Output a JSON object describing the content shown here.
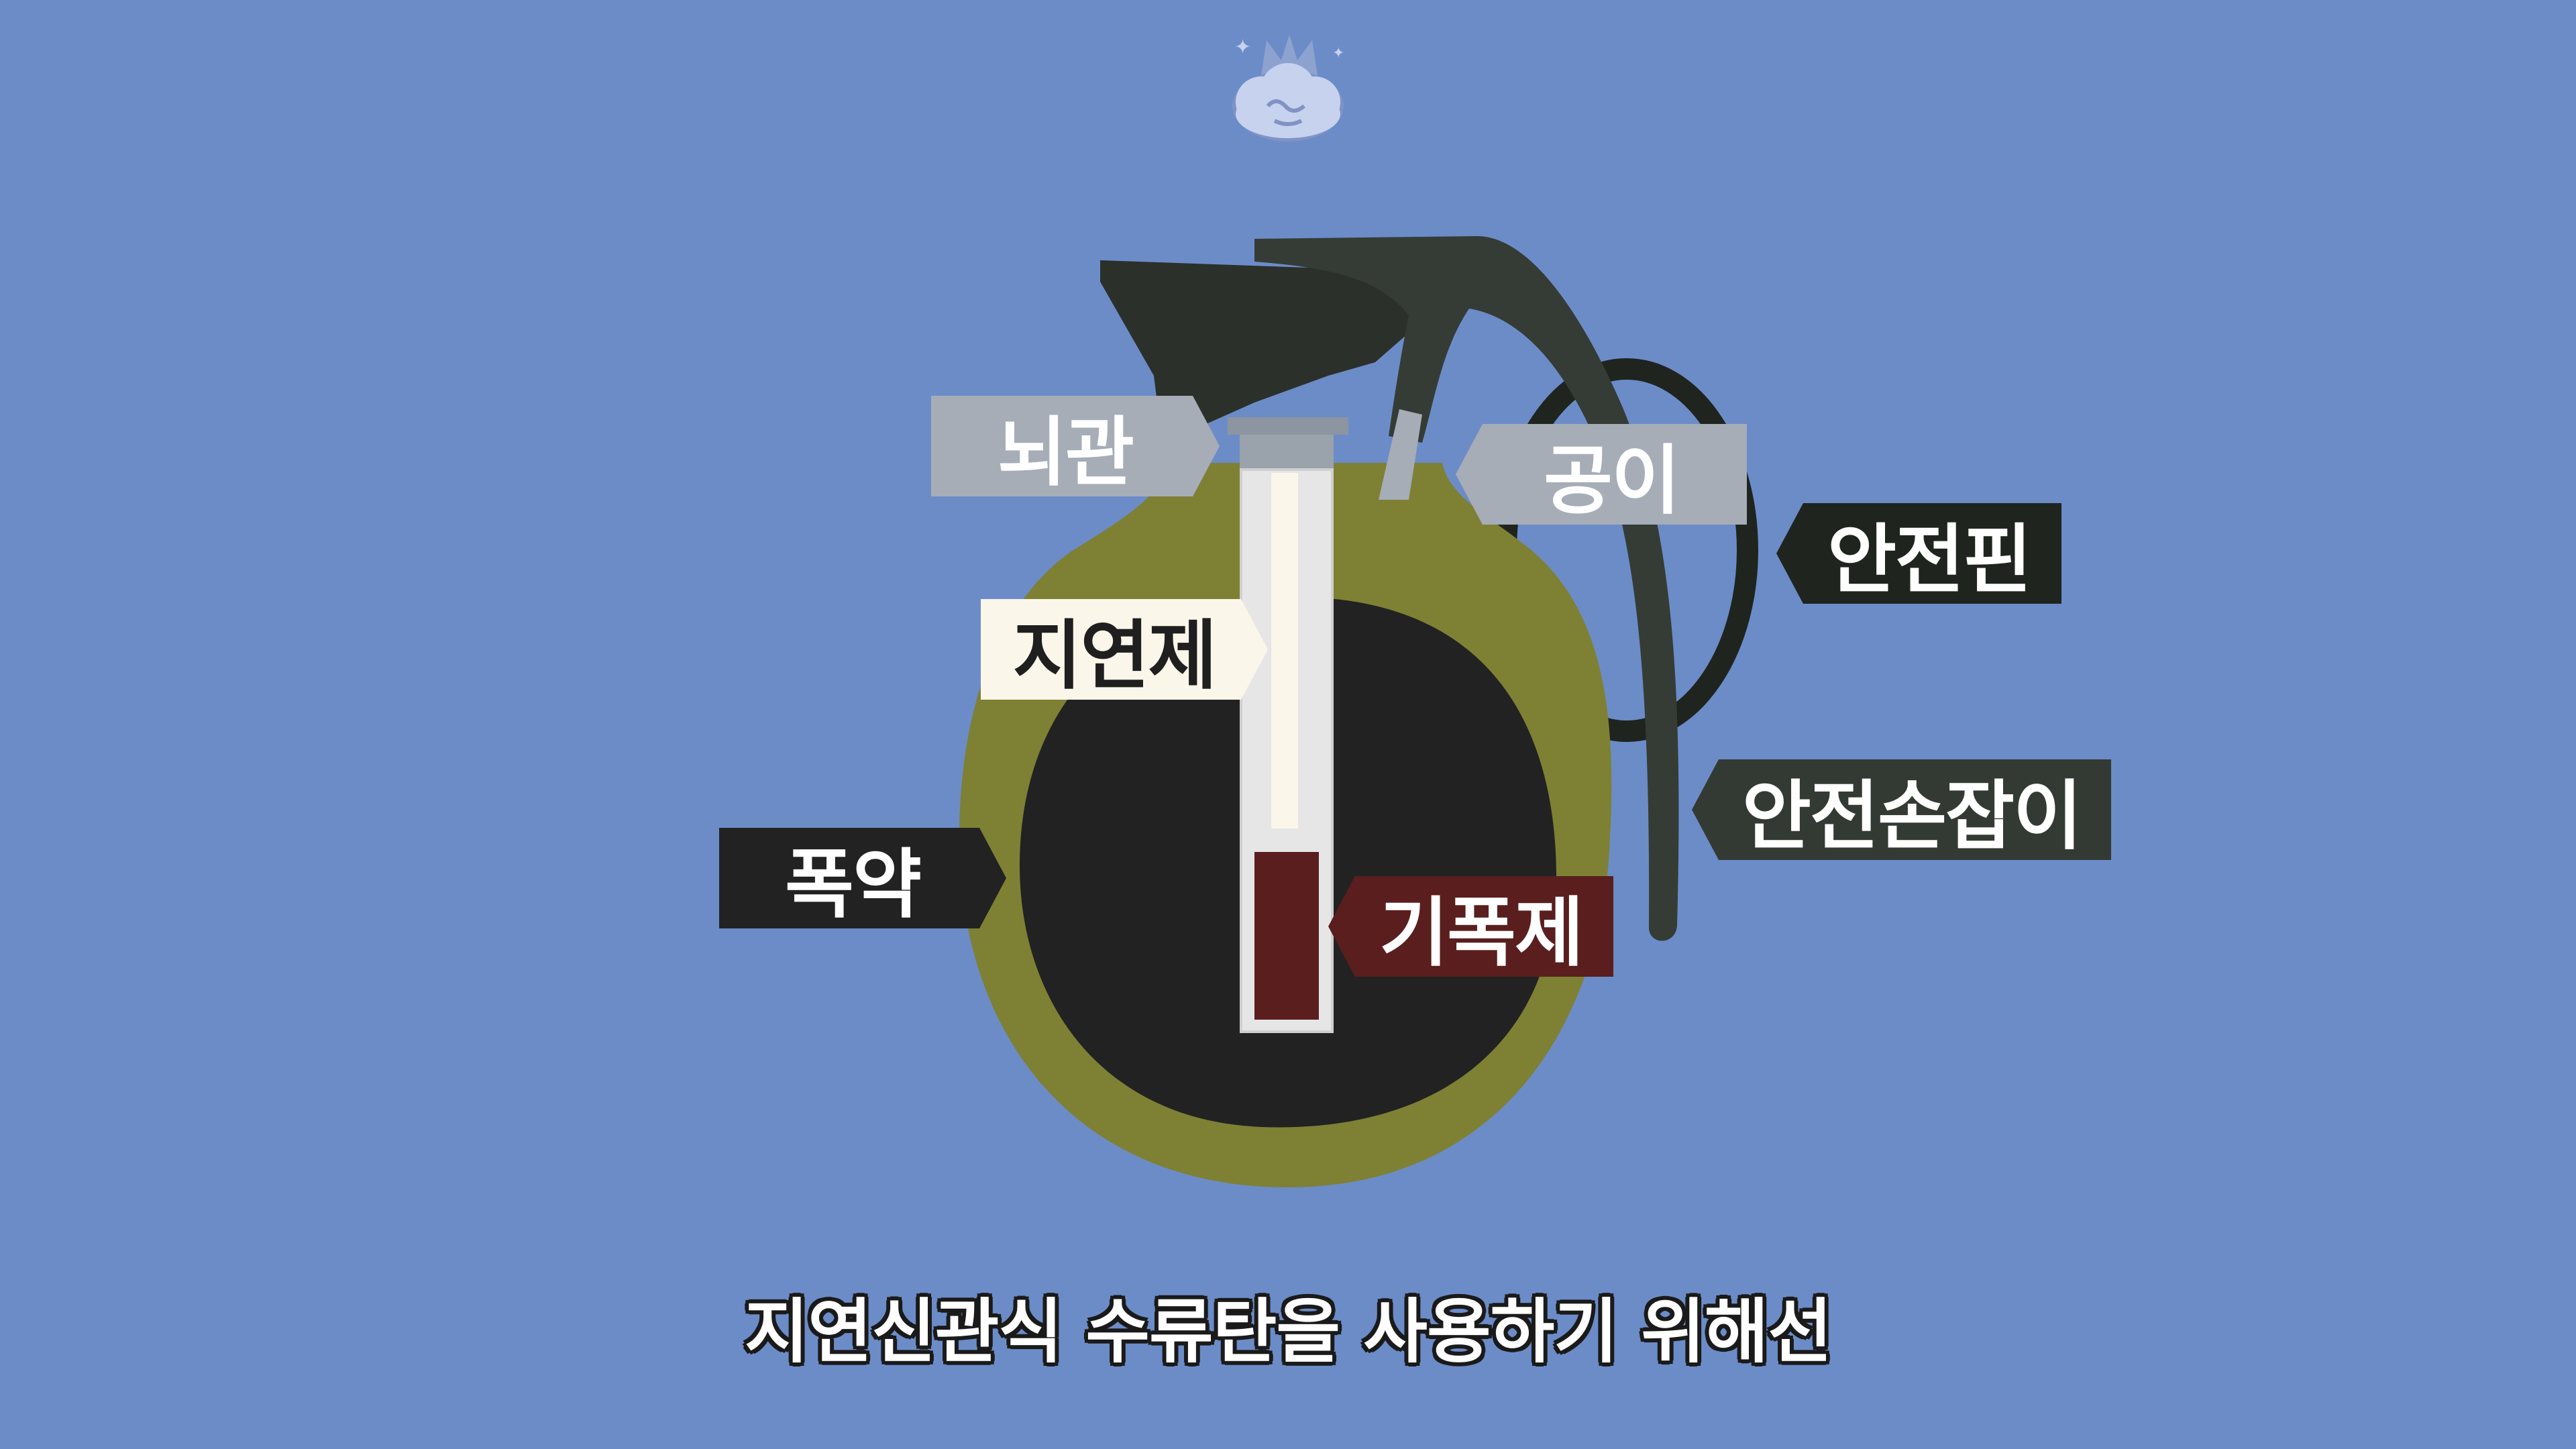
{
  "diagram": {
    "labels": {
      "detonator": "뇌관",
      "delay_element": "지연제",
      "explosive": "폭약",
      "striker": "공이",
      "safety_pin": "안전핀",
      "safety_lever": "안전손잡이",
      "primer": "기폭제"
    },
    "colors": {
      "background": "#6c8cc8",
      "body_shell": "#7e8034",
      "explosive_fill": "#222222",
      "cap": "#2b302b",
      "lever": "#353c35",
      "tube": "#e6e6e6",
      "primer": "#5a1e1e",
      "label_grey": "#a6adb7"
    }
  },
  "subtitle": "지연신관식 수류탄을 사용하기 위해선",
  "logo": {
    "icon": "cloud-crown-icon"
  }
}
